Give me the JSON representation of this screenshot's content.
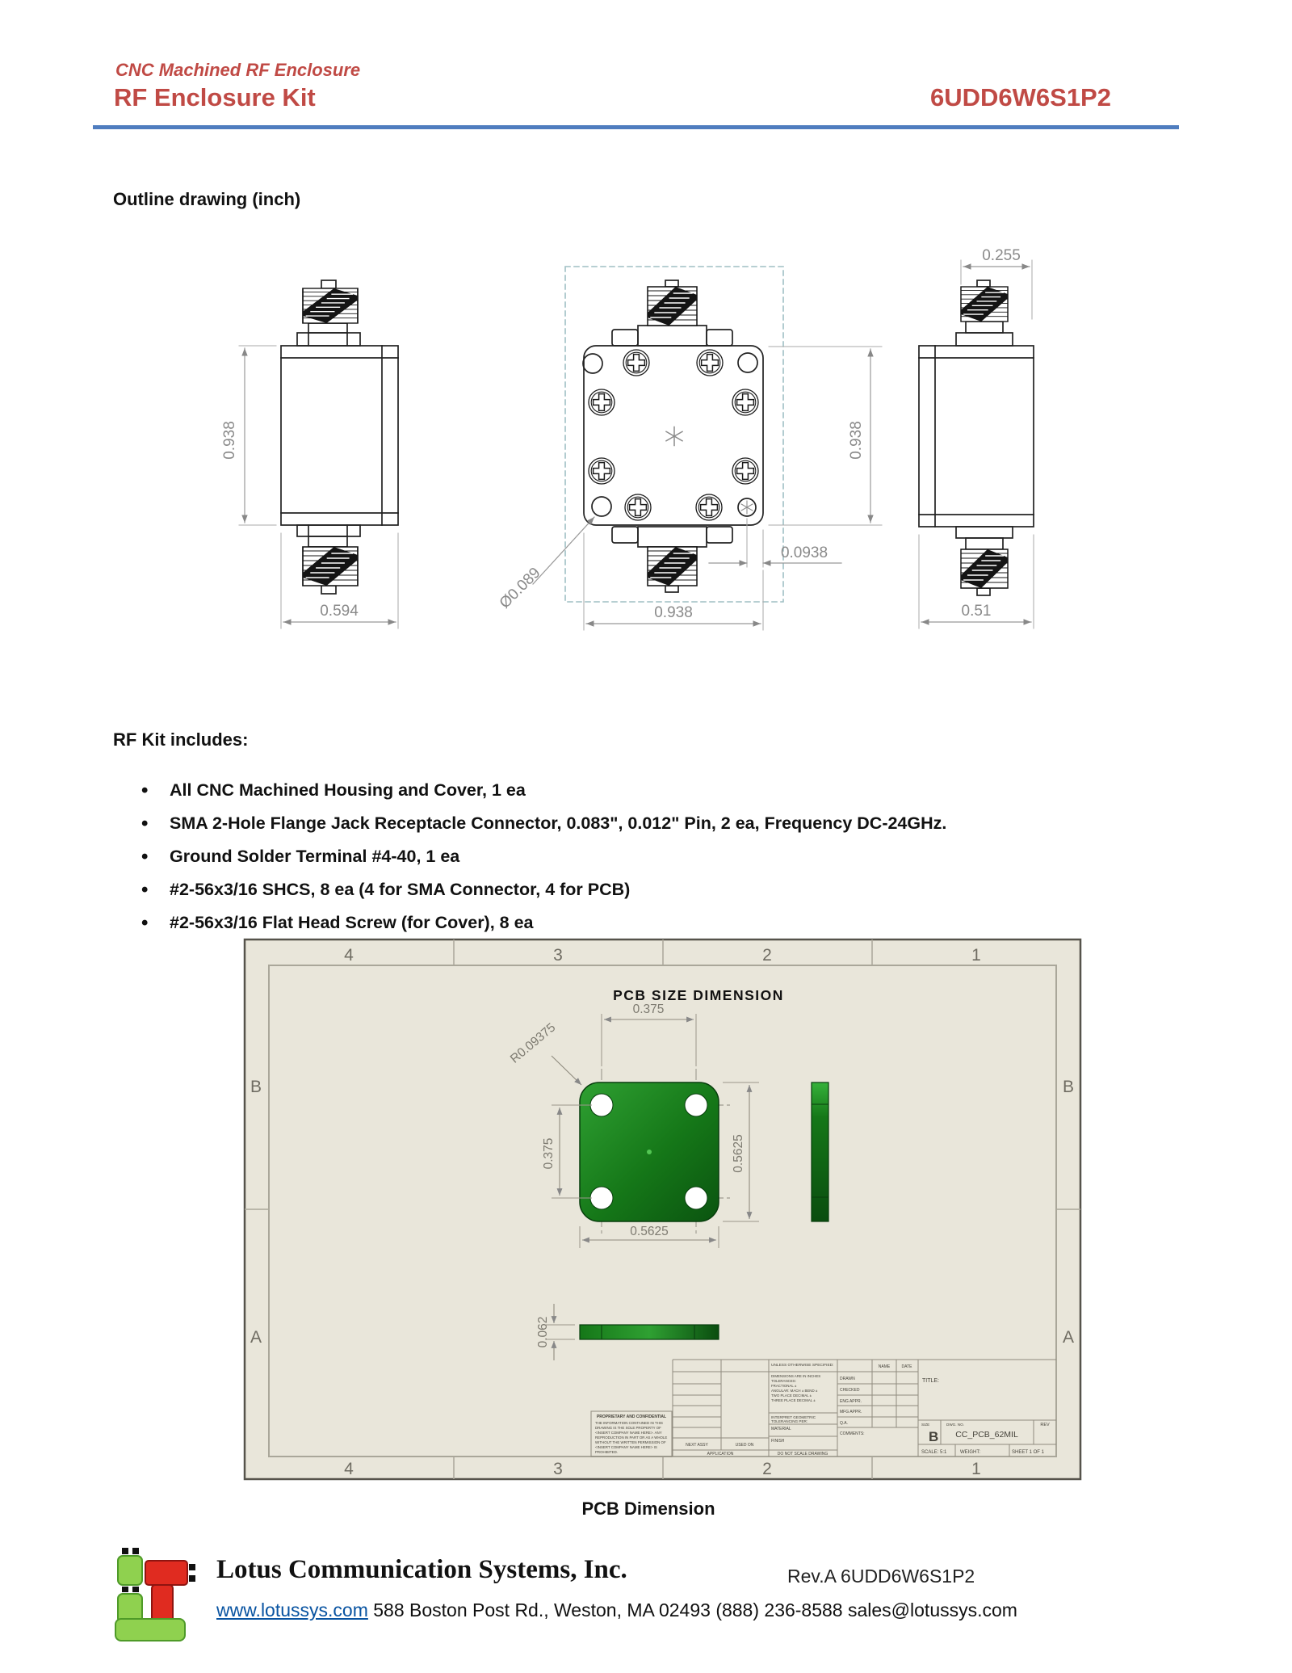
{
  "header": {
    "eyebrow": "CNC Machined RF Enclosure",
    "title": "RF Enclosure Kit",
    "part_number": "6UDD6W6S1P2"
  },
  "outline": {
    "heading": "Outline drawing (inch)",
    "dims": {
      "left_height": "0.938",
      "left_width": "0.594",
      "hole_dia": "Ø0.089",
      "center_width": "0.938",
      "center_height": "0.938",
      "pin_offset": "0.0938",
      "conn_len": "0.255",
      "right_width": "0.51"
    }
  },
  "kit": {
    "heading": "RF Kit includes:",
    "items": [
      "All CNC Machined Housing and Cover, 1 ea",
      "SMA 2-Hole Flange Jack Receptacle Connector, 0.083\", 0.012\" Pin, 2 ea, Frequency DC-24GHz.",
      "Ground Solder Terminal #4-40, 1 ea",
      "#2-56x3/16 SHCS, 8 ea (4 for SMA Connector, 4 for PCB)",
      "#2-56x3/16 Flat Head Screw (for Cover), 8 ea"
    ]
  },
  "pcb": {
    "title": "PCB SIZE DIMENSION",
    "zones_top": [
      "4",
      "3",
      "2",
      "1"
    ],
    "zones_bottom": [
      "4",
      "3",
      "2",
      "1"
    ],
    "zones_left": [
      "B",
      "A"
    ],
    "zones_right": [
      "B",
      "A"
    ],
    "dims": {
      "hole_pitch_h": "0.375",
      "hole_pitch_v": "0.375",
      "board_w": "0.5625",
      "board_h": "0.5625",
      "corner_r": "R0.09375",
      "thickness": "0.062"
    },
    "title_block": {
      "proprietary_title": "PROPRIETARY AND CONFIDENTIAL",
      "proprietary_lines": [
        "THE INFORMATION CONTAINED IN THIS",
        "DRAWING IS THE SOLE PROPERTY OF",
        "<INSERT COMPANY NAME HERE>.  ANY",
        "REPRODUCTION IN PART OR AS A WHOLE",
        "WITHOUT THE WRITTEN PERMISSION OF",
        "<INSERT COMPANY NAME HERE> IS",
        "PROHIBITED."
      ],
      "unless": "UNLESS OTHERWISE SPECIFIED:",
      "spec_lines": [
        "DIMENSIONS ARE IN INCHES",
        "TOLERANCES:",
        "FRACTIONAL ±",
        "ANGULAR: MACH ±   BEND ±",
        "TWO PLACE DECIMAL     ±",
        "THREE PLACE DECIMAL  ±"
      ],
      "interpret_lines": [
        "INTERPRET GEOMETRIC",
        "TOLERANCING PER:"
      ],
      "material": "MATERIAL",
      "finish": "FINISH",
      "do_not_scale": "DO NOT SCALE DRAWING",
      "name": "NAME",
      "date": "DATE",
      "rows": [
        "DRAWN",
        "CHECKED",
        "ENG APPR.",
        "MFG APPR.",
        "Q.A.",
        "COMMENTS:"
      ],
      "next_assy": "NEXT ASSY",
      "used_on": "USED ON",
      "application": "APPLICATION",
      "title_label": "TITLE:",
      "size_label": "SIZE",
      "size": "B",
      "dwg_label": "DWG. NO.",
      "dwg_no": "CC_PCB_62MIL",
      "rev_label": "REV",
      "scale": "SCALE: 5:1",
      "weight": "WEIGHT:",
      "sheet": "SHEET 1 OF 1"
    }
  },
  "caption": "PCB Dimension",
  "footer": {
    "company": "Lotus Communication Systems, Inc.",
    "rev": "Rev.A 6UDD6W6S1P2",
    "link": "www.lotussys.com",
    "address": " 588 Boston Post Rd., Weston, MA 02493 (888) 236-8588 sales@lotussys.com"
  },
  "colors": {
    "accent_red": "#c04a45",
    "rule_blue": "#4f7dbf",
    "pcb_green": "#157718",
    "sheet_beige": "#e9e6da",
    "link_blue": "#0853a1"
  }
}
